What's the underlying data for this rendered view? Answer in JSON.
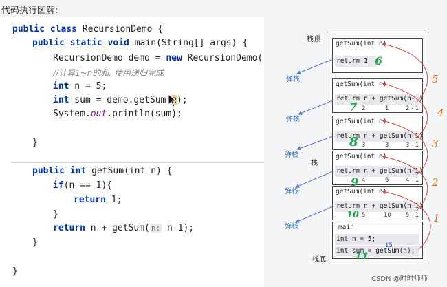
{
  "header": {
    "title": "代码执行图解:"
  },
  "code": {
    "class_kw": "public class",
    "class_name": "RecursionDemo {",
    "main_kw": "public static void",
    "main_sig": "main(String[] args) {",
    "demo_line_a": "RecursionDemo demo = ",
    "demo_line_new": "new",
    "demo_line_b": " RecursionDemo();",
    "comment": "//计算1~n的和, 使用递归完成",
    "int_kw": "int",
    "n_decl": " n = 5;",
    "sum_decl_a": " sum = demo.getSum(",
    "sum_decl_n": "n",
    "sum_decl_b": ");",
    "println_a": "System.",
    "println_out": "out",
    "println_b": ".println(sum);",
    "close1": "}",
    "getsum_kw": "public int",
    "getsum_sig": " getSum(int n) {",
    "if_kw": "if",
    "if_rest": "(n == 1){",
    "return_kw": "return",
    "return1": " 1;",
    "close_if": "}",
    "return_rec_a": " n + getSum(",
    "hint": "n:",
    "return_rec_b": " n-1);",
    "close2": "}",
    "close3": "}"
  },
  "diagram": {
    "stack_top": "栈顶",
    "stack_mid": "栈",
    "stack_bottom": "栈底",
    "pop": "弹栈",
    "frames": [
      {
        "sig": "getSum(int n)",
        "ret": "return 1",
        "nums": []
      },
      {
        "sig": "getSum(int n)",
        "ret": "return n + getSum(n-1)",
        "nums": [
          "2",
          "1",
          "2 - 1"
        ]
      },
      {
        "sig": "getSum(int n)",
        "ret": "return n + getSum(n-1)",
        "nums": [
          "3",
          "3",
          "3 - 1"
        ]
      },
      {
        "sig": "getSum(int n)",
        "ret": "return n + getSum(n-1)",
        "nums": [
          "4",
          "6",
          "4 - 1"
        ]
      },
      {
        "sig": "getSum(int n)",
        "ret": "return n + getSum(n-1)",
        "nums": [
          "5",
          "10",
          "5 - 1"
        ]
      }
    ],
    "main_frame": {
      "title": "main",
      "line1": "int n = 5;",
      "line2": "int sum = getSum(n);",
      "num": "15"
    },
    "green_nums": [
      "6",
      "7",
      "8",
      "9",
      "10",
      "11"
    ],
    "orange_nums": [
      "5",
      "4",
      "3",
      "2",
      "1"
    ]
  },
  "watermark": "CSDN @时时师师"
}
